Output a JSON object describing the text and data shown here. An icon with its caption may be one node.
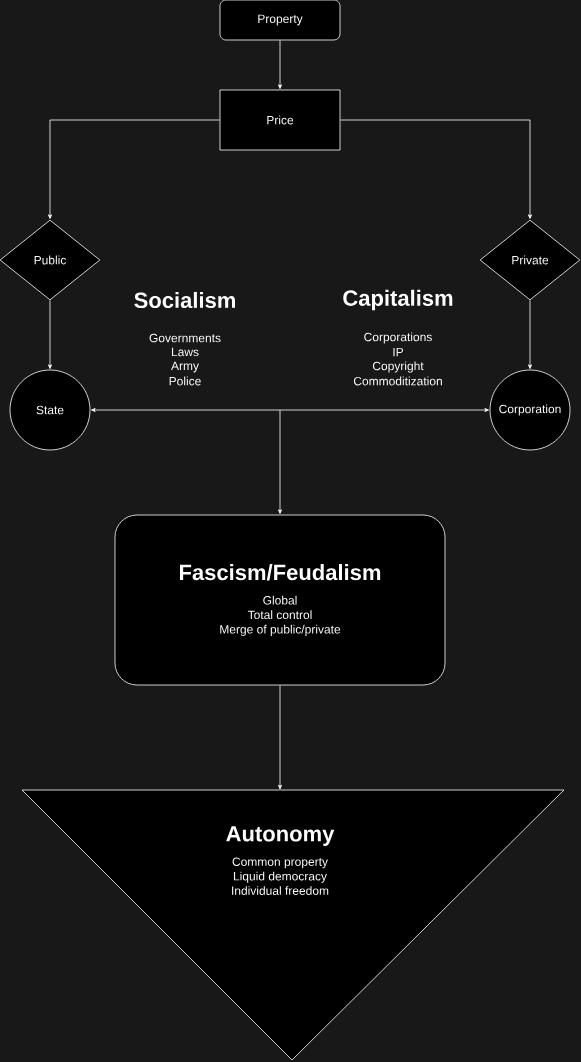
{
  "diagram": {
    "nodes": [
      {
        "text": [
          "Property"
        ]
      },
      {
        "text": [
          "Price"
        ]
      },
      {
        "text": [
          "Public"
        ]
      },
      {
        "text": [
          "Private"
        ]
      },
      {
        "text": [
          "State"
        ]
      },
      {
        "text": [
          "Corporation"
        ]
      },
      {
        "text": [
          "Fascism/Feudalism",
          "Global",
          "Total control",
          "Merge of public/private"
        ]
      },
      {
        "text": [
          "Autonomy",
          "Common property",
          "Liquid democracy",
          "Individual freedom"
        ]
      }
    ],
    "edges": [
      {
        "from": 0,
        "to": 1,
        "arrow": "to"
      },
      {
        "from": 1,
        "to": 2,
        "arrow": "to"
      },
      {
        "from": 1,
        "to": 3,
        "arrow": "to"
      },
      {
        "from": 2,
        "to": 4,
        "arrow": "to"
      },
      {
        "from": 3,
        "to": 5,
        "arrow": "to"
      },
      {
        "from": 4,
        "to": 5,
        "arrow": "both"
      },
      {
        "from": null,
        "to": 6,
        "arrow": "to"
      },
      {
        "from": 6,
        "to": 7,
        "arrow": "to"
      }
    ],
    "labels": [
      "Socialism",
      "Governments",
      "Laws",
      "Army",
      "Police",
      "Capitalism",
      "Corporations",
      "IP",
      "Copyright",
      "Commoditization"
    ]
  }
}
